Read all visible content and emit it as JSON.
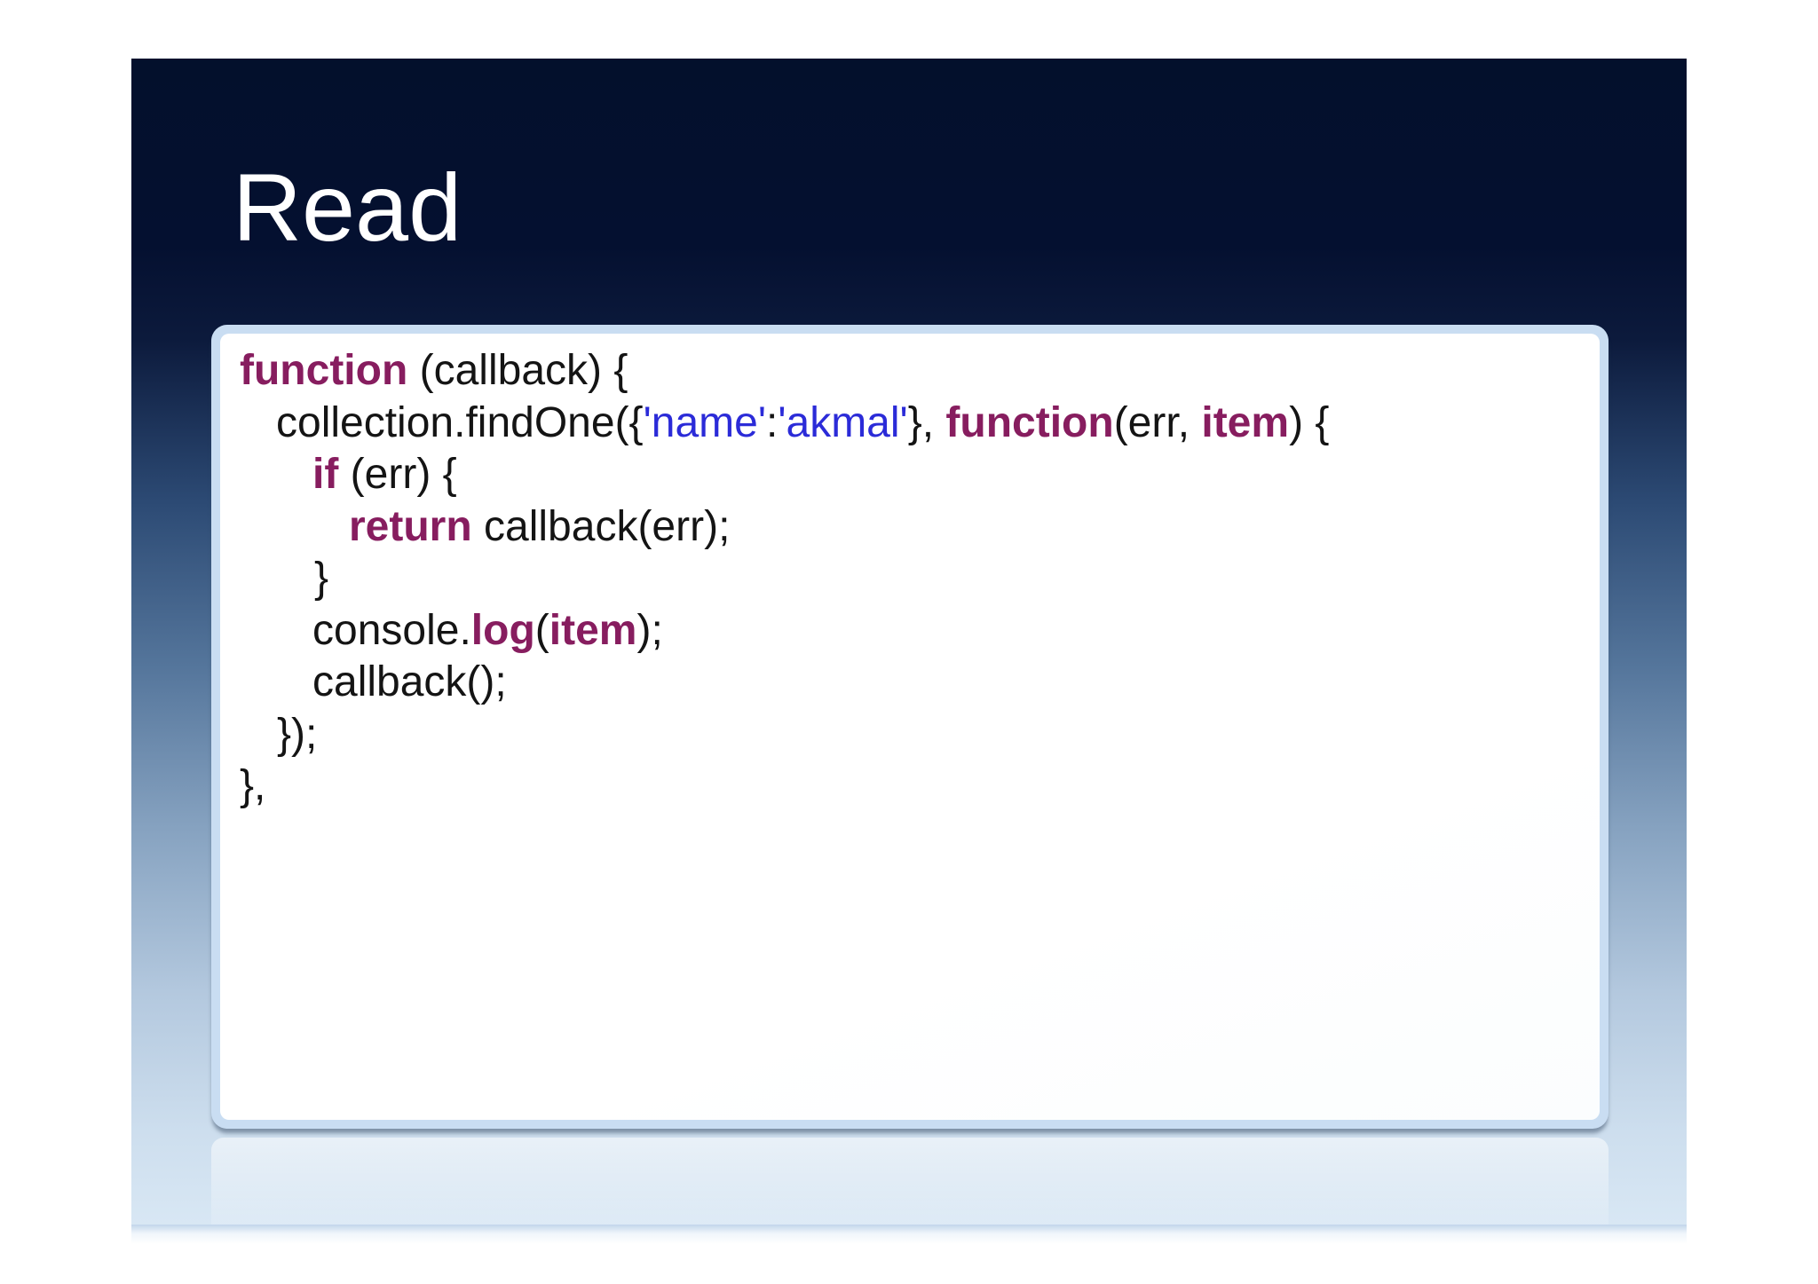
{
  "slide": {
    "title": "Read"
  },
  "code": {
    "language": "javascript",
    "lines": [
      {
        "indent": 0,
        "segments": [
          {
            "t": "function",
            "s": "kw"
          },
          {
            "t": " (callback) {",
            "s": "plain"
          }
        ]
      },
      {
        "indent": 1,
        "segments": [
          {
            "t": "collection.findOne({",
            "s": "plain"
          },
          {
            "t": "'name'",
            "s": "str"
          },
          {
            "t": ":",
            "s": "plain"
          },
          {
            "t": "'akmal'",
            "s": "str"
          },
          {
            "t": "}, ",
            "s": "plain"
          },
          {
            "t": "function",
            "s": "kw"
          },
          {
            "t": "(err, ",
            "s": "plain"
          },
          {
            "t": "item",
            "s": "kw"
          },
          {
            "t": ") {",
            "s": "plain"
          }
        ]
      },
      {
        "indent": 2,
        "segments": [
          {
            "t": "if",
            "s": "kw"
          },
          {
            "t": " (err) {",
            "s": "plain"
          }
        ]
      },
      {
        "indent": 3,
        "segments": [
          {
            "t": "return",
            "s": "kw"
          },
          {
            "t": " callback(err);",
            "s": "plain"
          }
        ]
      },
      {
        "indent": 2,
        "segments": [
          {
            "t": "}",
            "s": "plain"
          }
        ]
      },
      {
        "indent": 2,
        "segments": [
          {
            "t": "console.",
            "s": "plain"
          },
          {
            "t": "log",
            "s": "kw"
          },
          {
            "t": "(",
            "s": "plain"
          },
          {
            "t": "item",
            "s": "kw"
          },
          {
            "t": ");",
            "s": "plain"
          }
        ]
      },
      {
        "indent": 2,
        "segments": [
          {
            "t": "callback();",
            "s": "plain"
          }
        ]
      },
      {
        "indent": 1,
        "segments": [
          {
            "t": "});",
            "s": "plain"
          }
        ]
      },
      {
        "indent": 0,
        "segments": [
          {
            "t": "},",
            "s": "plain"
          }
        ]
      }
    ]
  },
  "colors": {
    "slide_top": "#03102c",
    "slide_bottom": "#d8e7f4",
    "title_text": "#ffffff",
    "panel_border": "#c9ddf2",
    "panel_background": "#ffffff",
    "code_text": "#141414",
    "code_keyword": "#871d5f",
    "code_string": "#2b2bd8"
  }
}
